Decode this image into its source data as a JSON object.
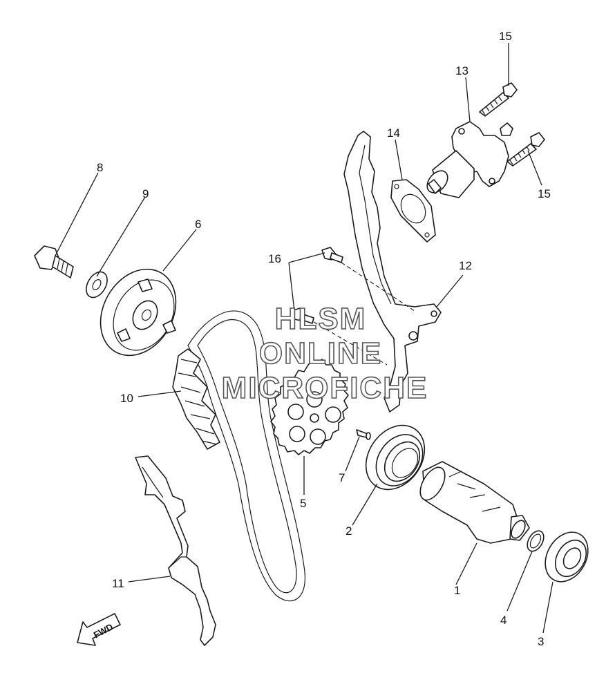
{
  "callouts": {
    "c1": "1",
    "c2": "2",
    "c3": "3",
    "c4": "4",
    "c5": "5",
    "c6": "6",
    "c7": "7",
    "c8": "8",
    "c9": "9",
    "c10": "10",
    "c11": "11",
    "c12": "12",
    "c13": "13",
    "c14": "14",
    "c15a": "15",
    "c15b": "15",
    "c16": "16"
  },
  "watermark": {
    "line1": "HLSM",
    "line2": "ONLINE",
    "line3": "MICROFICHE"
  },
  "direction_arrow": {
    "label": "FWD"
  },
  "colors": {
    "line": "#1a1a1a",
    "background": "#ffffff",
    "watermark_outline": "#555555"
  }
}
